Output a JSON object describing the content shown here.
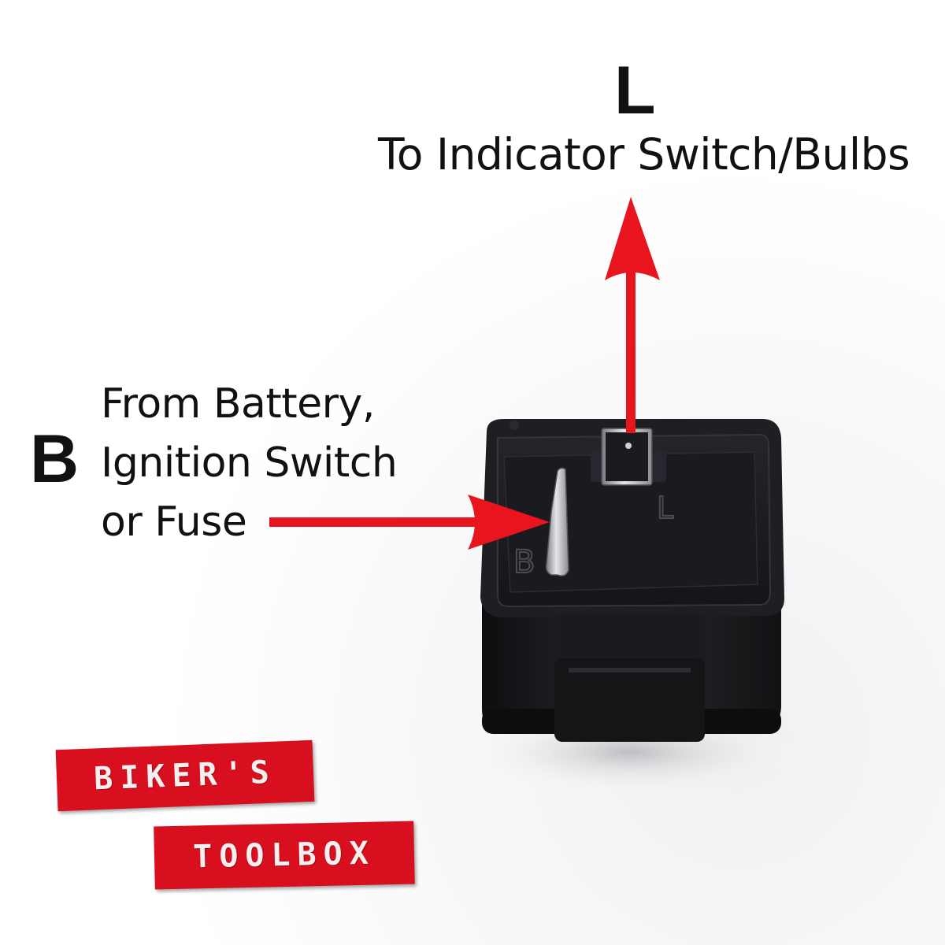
{
  "terminal_l": {
    "letter": "L",
    "description": "To Indicator Switch/Bulbs"
  },
  "terminal_b": {
    "letter": "B",
    "description_lines": [
      "From Battery,",
      "Ignition Switch",
      "or Fuse"
    ]
  },
  "relay": {
    "pin_labels": {
      "b": "B",
      "l": "L"
    }
  },
  "logo": {
    "line1": "BIKER'S",
    "line2": "TOOLBOX"
  },
  "colors": {
    "arrow": "#e8141e",
    "relay_body": "#1b1c1e",
    "logo_tape": "#d80f1e"
  }
}
